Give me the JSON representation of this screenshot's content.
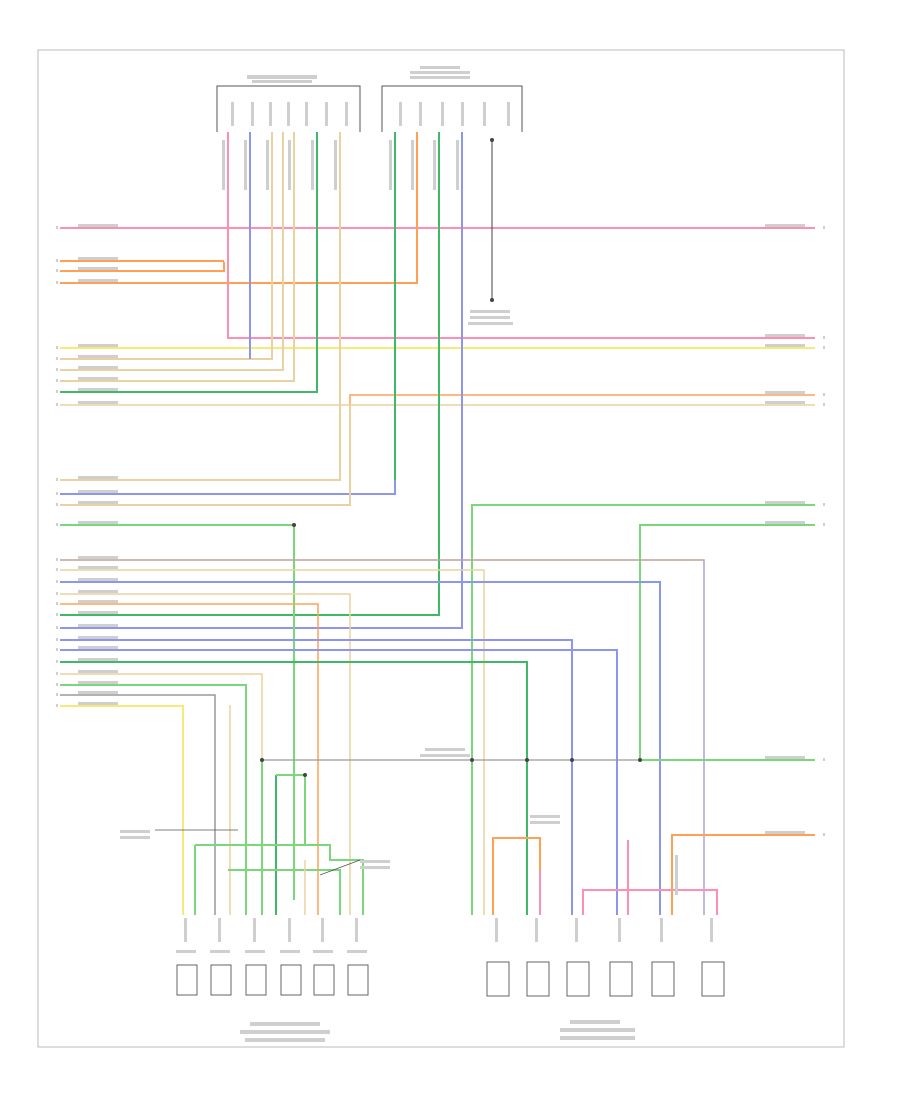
{
  "diagram": {
    "footer_code": "",
    "colors": {
      "pink": "#ff8fb0",
      "orange": "#ffa055",
      "yellow": "#f5ea7a",
      "tan": "#ead2a0",
      "green": "#7ad87a",
      "dkgreen": "#3fb86a",
      "blue": "#8c96ee",
      "violet": "#b0a0d8",
      "brown": "#c9a27a",
      "gray": "#999999",
      "black": "#444444",
      "frame": "#bbbbbb"
    },
    "left_connector_pins": [
      "1",
      "2",
      "3",
      "4",
      "5",
      "6",
      "7",
      "8",
      "9",
      "10",
      "11",
      "12",
      "13",
      "14",
      "15",
      "16",
      "17",
      "18",
      "19",
      "20",
      "21",
      "22",
      "23",
      "24",
      "25",
      "26",
      "27",
      "28",
      "29",
      "30"
    ],
    "right_connector_pins": [
      "1",
      "2",
      "3",
      "4",
      "5",
      "6",
      "7",
      "8",
      "9",
      "10",
      "11"
    ]
  }
}
